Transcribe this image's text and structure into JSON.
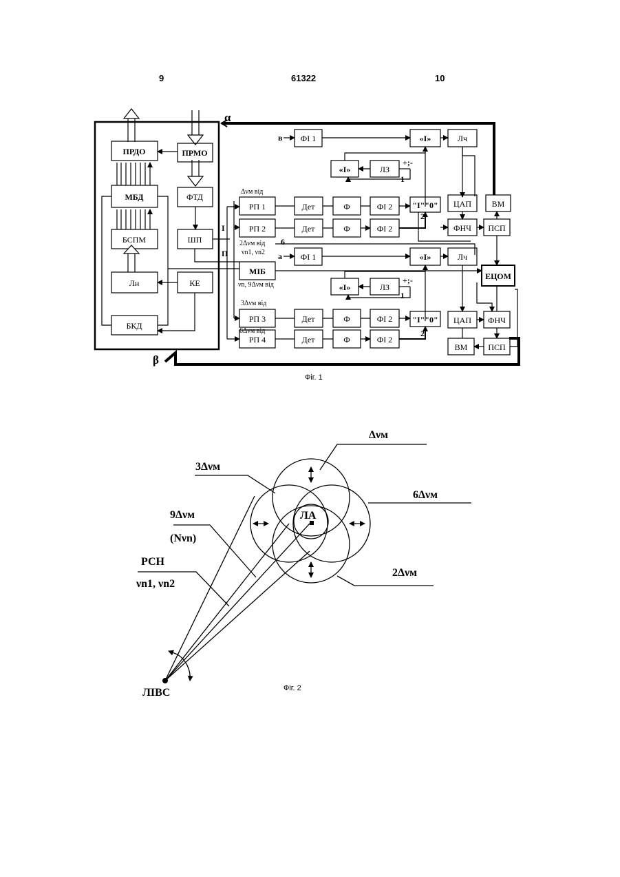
{
  "header": {
    "left_page": "9",
    "patent_number": "61322",
    "right_page": "10"
  },
  "fig1": {
    "caption": "Фіг. 1",
    "labels": {
      "alpha": "α",
      "beta": "β",
      "prdo": "ПРДО",
      "prmo": "ПРМО",
      "mbd": "МБД",
      "ftd": "ФТД",
      "bspm": "БСПМ",
      "shp": "ШП",
      "ln": "Лн",
      "ke": "КЕ",
      "bkd": "БКД",
      "rp1": "РП 1",
      "rp2": "РП 2",
      "rp3": "РП 3",
      "rp4": "РП 4",
      "det": "Дет",
      "f": "Ф",
      "fi1": "ФІ 1",
      "fi2": "ФІ 2",
      "one": "«I»",
      "one_zero": "\"I\"\"0\"",
      "lz": "ЛЗ",
      "lch": "Лч",
      "tsap": "ЦАП",
      "fnch": "ФНЧ",
      "bm": "ВМ",
      "psp": "ПСП",
      "mib": "МІБ",
      "etsom": "ЕЦОМ",
      "in_v": "в",
      "in_a": "а",
      "plus_minus": "+;-",
      "n1": "1",
      "n2": "2",
      "n6": "6",
      "bus_I": "I",
      "bus_II": "П",
      "f_rp1": "Δνм від",
      "f_rp2": "2Δνм від",
      "f_mib_top": "νn1, νn2",
      "f_mib_bot": "νn, 9Δνм від",
      "f_rp3": "3Δνм від",
      "f_rp4": "6Δνм від"
    }
  },
  "fig2": {
    "caption": "Фіг. 2",
    "labels": {
      "dnu": "Δνм",
      "three_dnu": "3Δνм",
      "six_dnu": "6Δνм",
      "nine_dnu": "9Δνм",
      "n_nu": "(Nνn)",
      "rsn": "РСН",
      "nu_n1_n2": "νn1, νn2",
      "two_dnu": "2Δνм",
      "la": "ЛА",
      "livs": "ЛІВС"
    }
  }
}
